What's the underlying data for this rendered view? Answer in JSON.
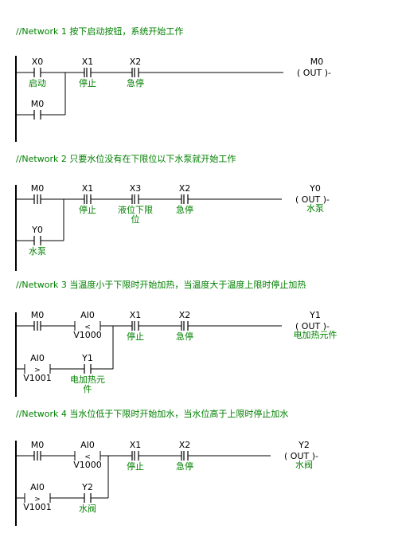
{
  "networks": [
    {
      "title": "//Network 1  按下启动按钮，系统开始工作",
      "main": [
        {
          "kind": "NO",
          "addr": "X0",
          "label": "启动"
        },
        {
          "kind": "NC",
          "addr": "X1",
          "label": "停止"
        },
        {
          "kind": "NC",
          "addr": "X2",
          "label": "急停"
        }
      ],
      "branch": [
        {
          "kind": "NO",
          "addr": "M0",
          "label": ""
        }
      ],
      "coil": {
        "addr": "M0",
        "text": "( OUT )-",
        "label": ""
      }
    },
    {
      "title": "//Network 2  只要水位没有在下限位以下水泵就开始工作",
      "main": [
        {
          "kind": "P",
          "addr": "M0",
          "label": ""
        },
        {
          "kind": "NC",
          "addr": "X1",
          "label": "停止"
        },
        {
          "kind": "NC",
          "addr": "X3",
          "label": "液位下限\n位"
        },
        {
          "kind": "NC",
          "addr": "X2",
          "label": "急停"
        }
      ],
      "branch": [
        {
          "kind": "NO",
          "addr": "Y0",
          "label": "水泵"
        }
      ],
      "coil": {
        "addr": "Y0",
        "text": "( OUT )-",
        "label": "水泵"
      }
    },
    {
      "title": "//Network 3  当温度小于下限时开始加热，当温度大于温度上限时停止加热",
      "main": [
        {
          "kind": "P",
          "addr": "M0",
          "label": ""
        },
        {
          "kind": "CMP",
          "addr": "AI0",
          "op": "<",
          "ref": "V1000"
        },
        {
          "kind": "NC",
          "addr": "X1",
          "label": "停止"
        },
        {
          "kind": "NC",
          "addr": "X2",
          "label": "急停"
        }
      ],
      "branch": [
        {
          "kind": "CMP",
          "addr": "AI0",
          "op": ">",
          "ref": "V1001"
        },
        {
          "kind": "NO",
          "addr": "Y1",
          "label": "电加热元\n件"
        }
      ],
      "coil": {
        "addr": "Y1",
        "text": "( OUT )-",
        "label": "电加热元件"
      }
    },
    {
      "title": "//Network 4  当水位低于下限时开始加水，当水位高于上限时停止加水",
      "main": [
        {
          "kind": "P",
          "addr": "M0",
          "label": ""
        },
        {
          "kind": "CMP",
          "addr": "AI0",
          "op": "<",
          "ref": "V1000"
        },
        {
          "kind": "NC",
          "addr": "X1",
          "label": "停止"
        },
        {
          "kind": "NC",
          "addr": "X2",
          "label": "急停"
        }
      ],
      "branch": [
        {
          "kind": "CMP",
          "addr": "AI0",
          "op": ">",
          "ref": "V1001"
        },
        {
          "kind": "NO",
          "addr": "Y2",
          "label": "水阀"
        }
      ],
      "coil": {
        "addr": "Y2",
        "text": "( OUT )-",
        "label": "水阀"
      }
    }
  ],
  "colors": {
    "title": "#008000",
    "element": "#000000",
    "label": "#008000",
    "wire": "#000000"
  }
}
